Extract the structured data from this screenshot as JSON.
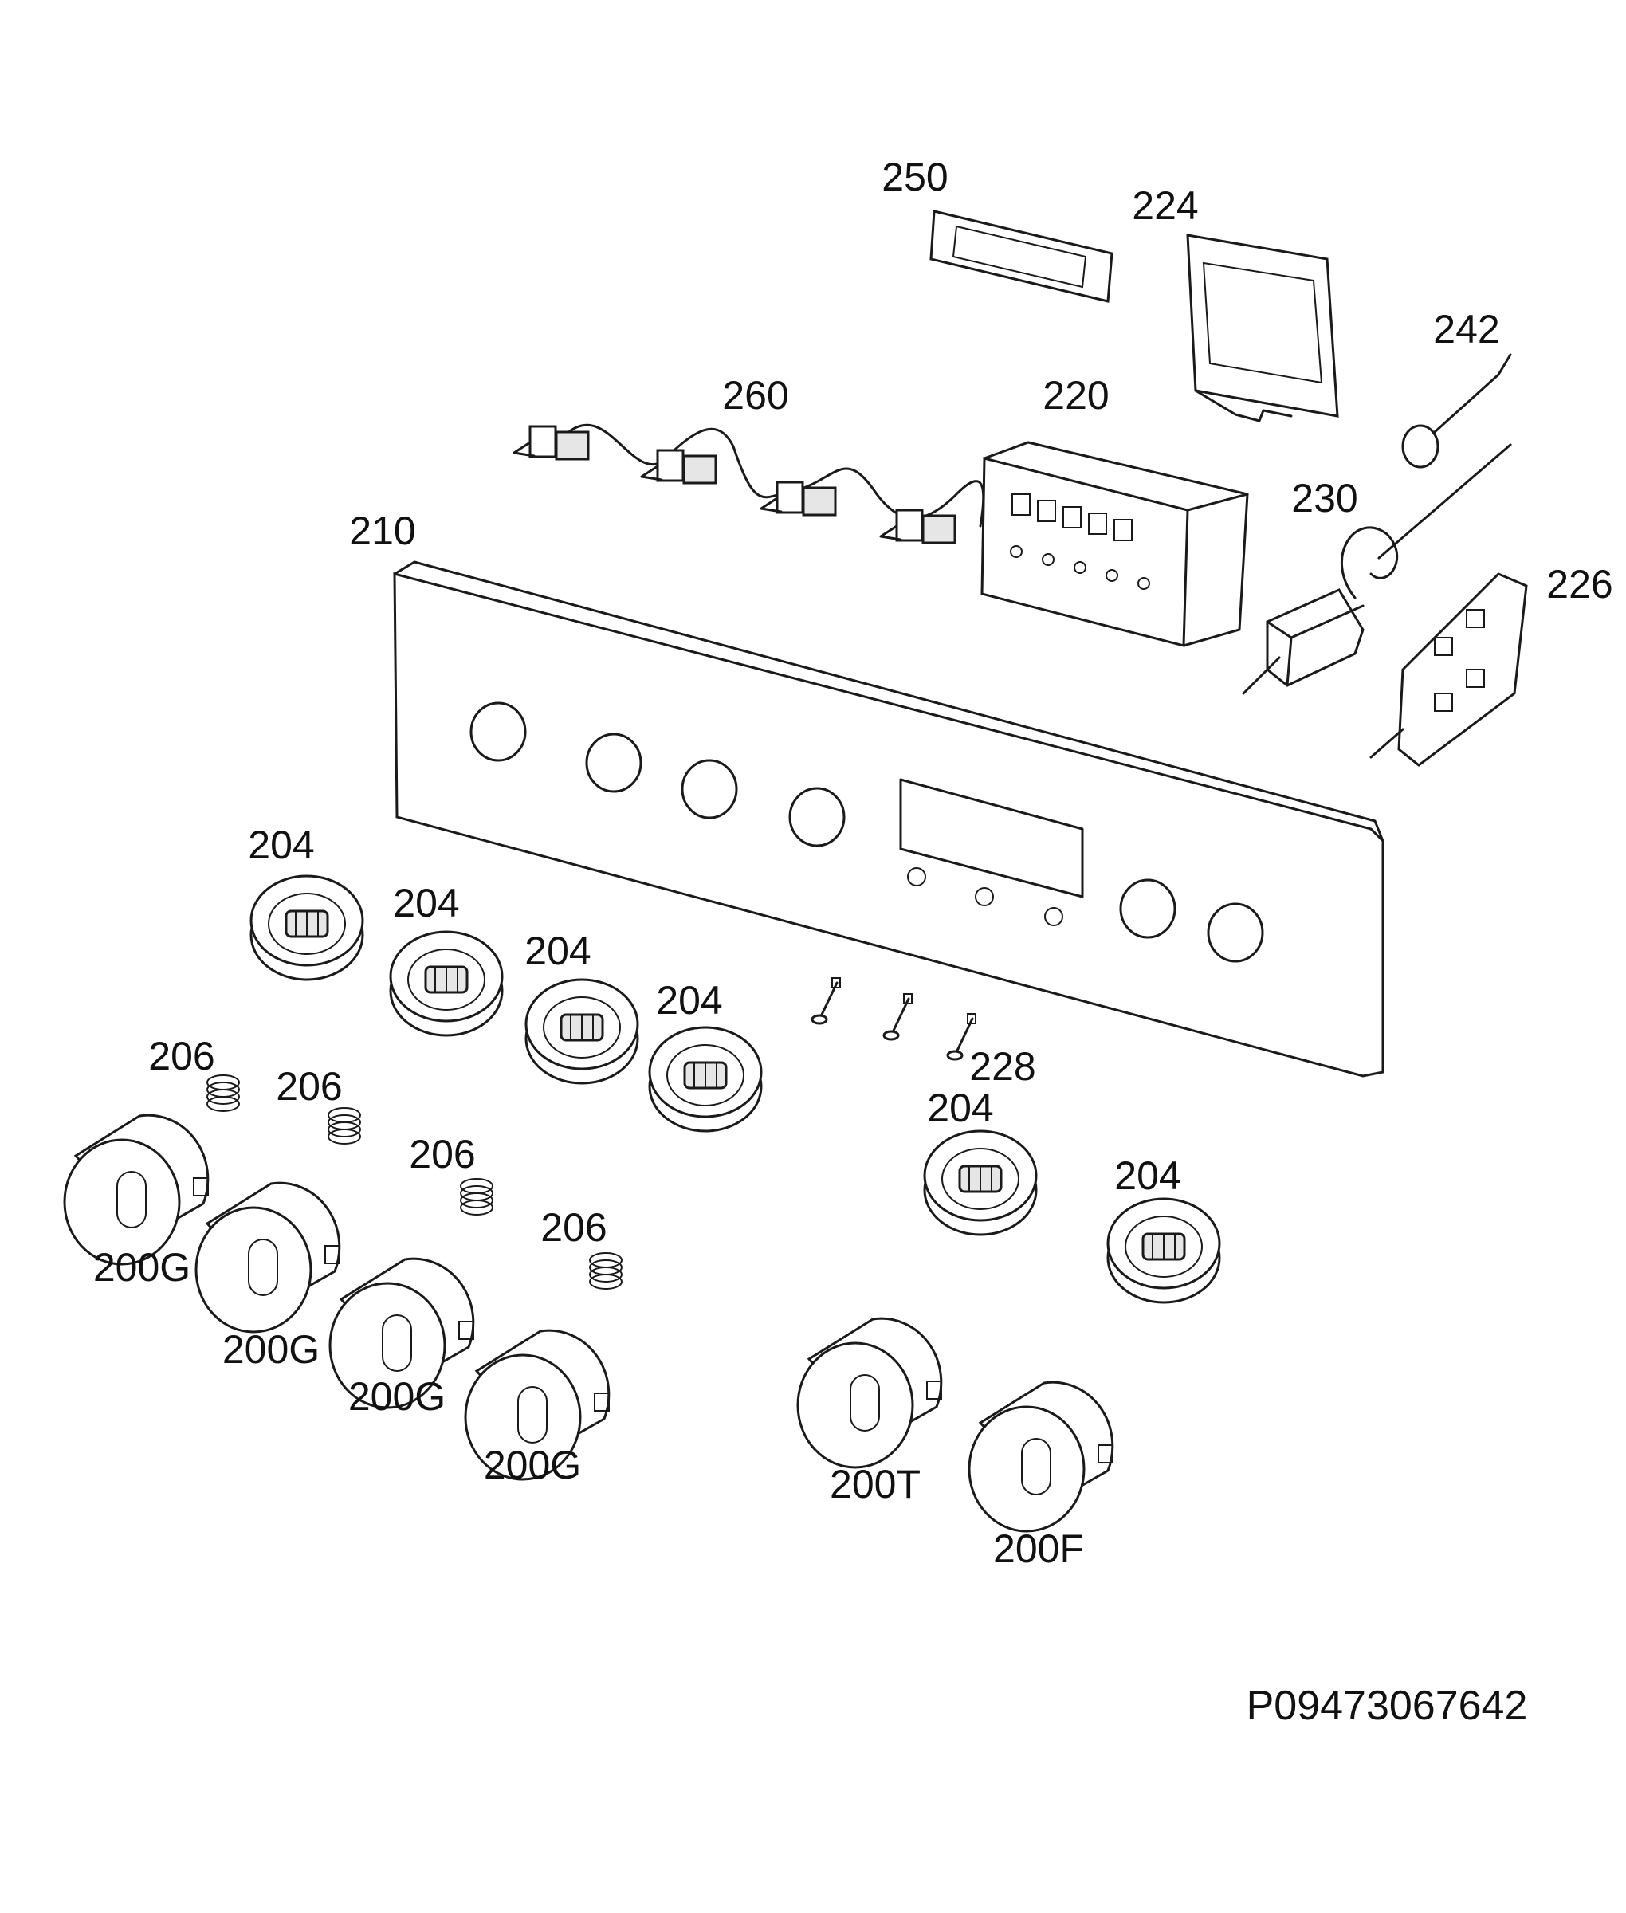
{
  "labels": {
    "p250": "250",
    "p224": "224",
    "p242": "242",
    "p260": "260",
    "p220": "220",
    "p210": "210",
    "p230": "230",
    "p226": "226",
    "p204": "204",
    "p206": "206",
    "p228": "228",
    "p200g": "200G",
    "p200t": "200T",
    "p200f": "200F"
  },
  "drawing_code": "P09473067642"
}
